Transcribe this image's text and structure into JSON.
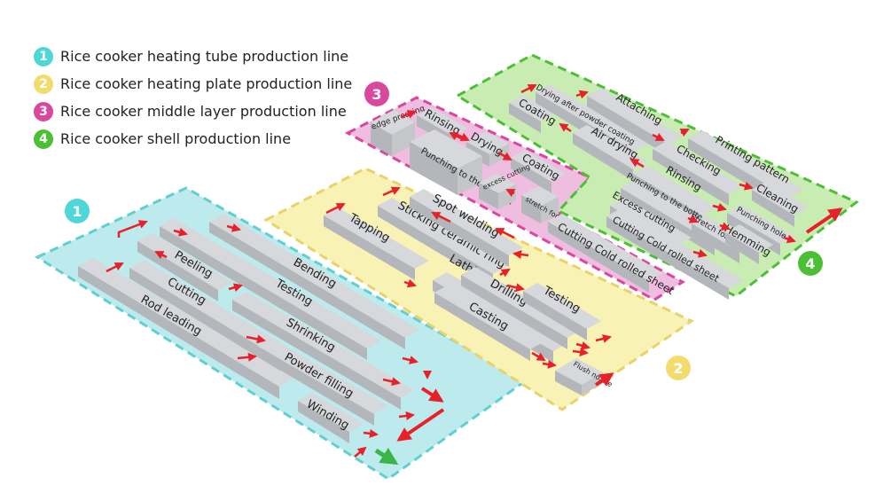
{
  "legend": [
    {
      "num": "1",
      "label": "Rice cooker heating tube production line",
      "color": "#4fd6d6"
    },
    {
      "num": "2",
      "label": "Rice cooker heating plate production line",
      "color": "#f2dc6e"
    },
    {
      "num": "3",
      "label": "Rice cooker middle layer production line",
      "color": "#d9479e"
    },
    {
      "num": "4",
      "label": "Rice cooker shell production line",
      "color": "#4cc034"
    }
  ],
  "zones": {
    "z1": {
      "num": "1",
      "fill": "#bdebed",
      "stroke": "#5fcfd1",
      "badge": "#4fd6d6"
    },
    "z2": {
      "num": "2",
      "fill": "#f8f2b5",
      "stroke": "#e8d36a",
      "badge": "#f2dc6e"
    },
    "z3": {
      "num": "3",
      "fill": "#eebde0",
      "stroke": "#d9479e",
      "badge": "#d9479e"
    },
    "z4": {
      "num": "4",
      "fill": "#c8ecb2",
      "stroke": "#4cc034",
      "badge": "#4cc034"
    }
  },
  "stations": {
    "z1": [
      "Rod leading",
      "Cutting",
      "Peeling",
      "Testing",
      "Bending",
      "Shrinking",
      "Powder filling",
      "Winding"
    ],
    "z2": [
      "Tapping",
      "Sticking ceramic ring",
      "Spot welding",
      "Lathing",
      "Drilling",
      "Casting",
      "Testing",
      "Flush nozzle"
    ],
    "z3": [
      "edge pressing",
      "Rinsing",
      "Drying",
      "Coating",
      "Punching to the bottom",
      "excess cutting",
      "stretch forming",
      "Cutting Cold rolled sheet"
    ],
    "z4": [
      "Coating",
      "Drying after powder coating",
      "Attaching",
      "Air drying",
      "Checking",
      "Printing pattern",
      "Rinsing",
      "Cleaning",
      "Punching to the bottom",
      "Punching hole",
      "Excess cutting",
      "Stretch forming",
      "Hemming",
      "Cutting Cold rolled sheet"
    ]
  },
  "colors": {
    "arrow_red": "#e8202a",
    "arrow_green": "#3bb54a",
    "box_top": "#d6d8db",
    "box_side": "#b3b6ba"
  }
}
